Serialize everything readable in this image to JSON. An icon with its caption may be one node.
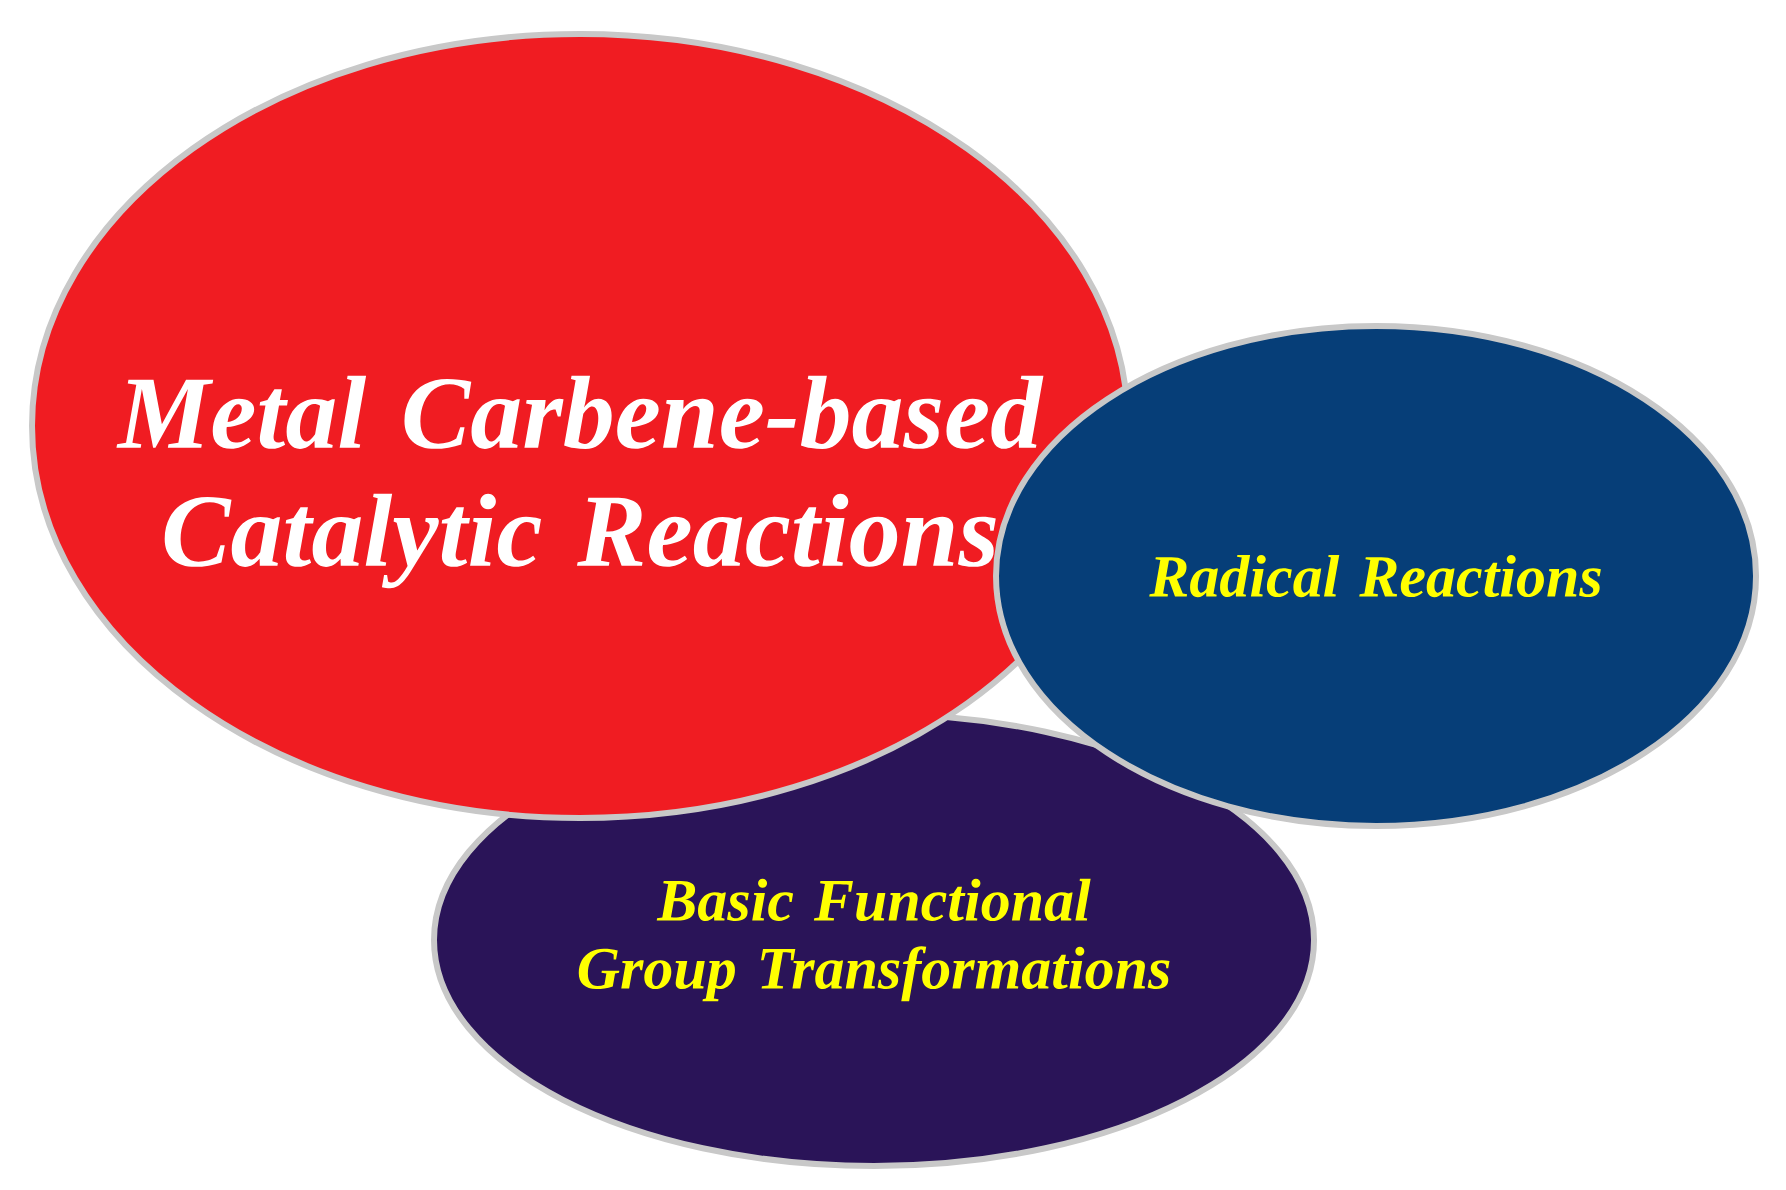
{
  "diagram": {
    "nodes": [
      {
        "text": [
          "Basic Functional Group Transformations"
        ]
      },
      {
        "text": [
          "Metal Carbene-based Catalytic Reactions"
        ]
      },
      {
        "text": [
          "Radical Reactions"
        ]
      }
    ]
  }
}
